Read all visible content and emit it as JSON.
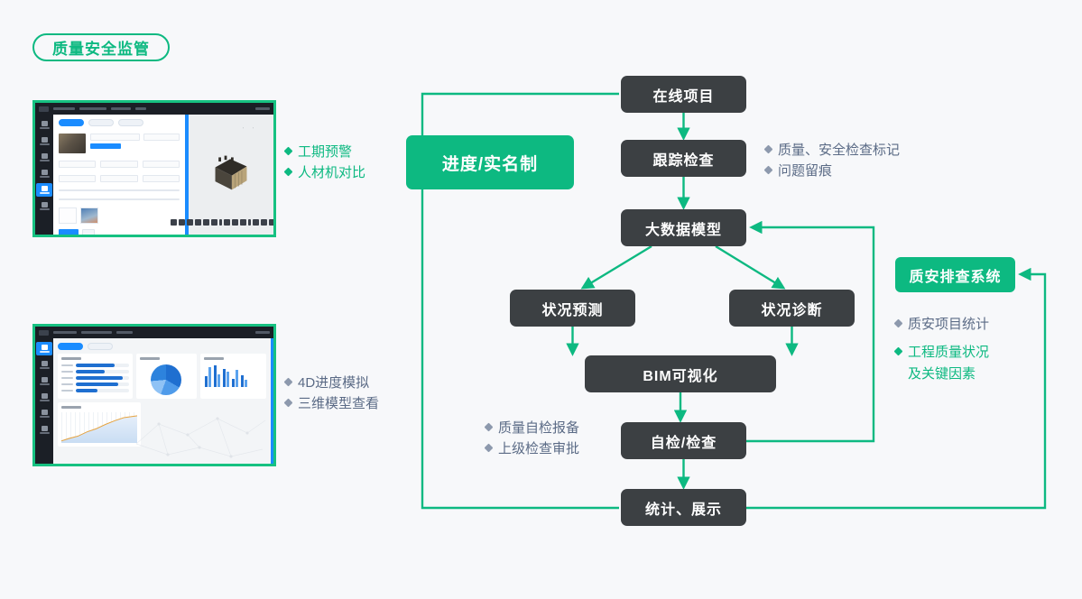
{
  "page": {
    "title": "质量安全监管",
    "background": "#f7f8fa",
    "accent_green": "#0db981",
    "node_dark": "#3c4043",
    "text_gray_blue": "#5b6b86"
  },
  "thumbnails": [
    {
      "name": "bim-model-form-screenshot",
      "border_color": "#16c181"
    },
    {
      "name": "dashboard-charts-screenshot",
      "border_color": "#16c181"
    }
  ],
  "flow": {
    "nodes": [
      {
        "id": "online",
        "label": "在线项目",
        "style": "dark"
      },
      {
        "id": "track",
        "label": "跟踪检查",
        "style": "dark"
      },
      {
        "id": "bigdata",
        "label": "大数据模型",
        "style": "dark"
      },
      {
        "id": "predict",
        "label": "状况预测",
        "style": "dark"
      },
      {
        "id": "diagnose",
        "label": "状况诊断",
        "style": "dark"
      },
      {
        "id": "bim",
        "label": "BIM可视化",
        "style": "dark"
      },
      {
        "id": "self",
        "label": "自检/检查",
        "style": "dark"
      },
      {
        "id": "stats",
        "label": "统计、展示",
        "style": "dark"
      },
      {
        "id": "progress",
        "label": "进度/实名制",
        "style": "green"
      },
      {
        "id": "qasystem",
        "label": "质安排查系统",
        "style": "green"
      }
    ]
  },
  "bullet_groups": {
    "schedule": {
      "name": "schedule-bullets",
      "items": [
        {
          "text": "工期预警",
          "color": "green"
        },
        {
          "text": "人材机对比",
          "color": "green"
        }
      ]
    },
    "simulation": {
      "name": "simulation-bullets",
      "items": [
        {
          "text": "4D进度模拟",
          "color": "gray"
        },
        {
          "text": "三维模型查看",
          "color": "gray"
        }
      ]
    },
    "inspection": {
      "name": "inspection-bullets",
      "items": [
        {
          "text": "质量、安全检查标记",
          "color": "gray"
        },
        {
          "text": "问题留痕",
          "color": "gray"
        }
      ]
    },
    "qa_system": {
      "name": "qa-system-bullets",
      "items": [
        {
          "text": "质安项目统计",
          "color": "gray",
          "line2": ""
        },
        {
          "text": "工程质量状况",
          "color": "green",
          "line2": "及关键因素"
        }
      ]
    },
    "self_check": {
      "name": "self-check-bullets",
      "items": [
        {
          "text": "质量自检报备",
          "color": "gray"
        },
        {
          "text": "上级检查审批",
          "color": "gray"
        }
      ]
    }
  }
}
